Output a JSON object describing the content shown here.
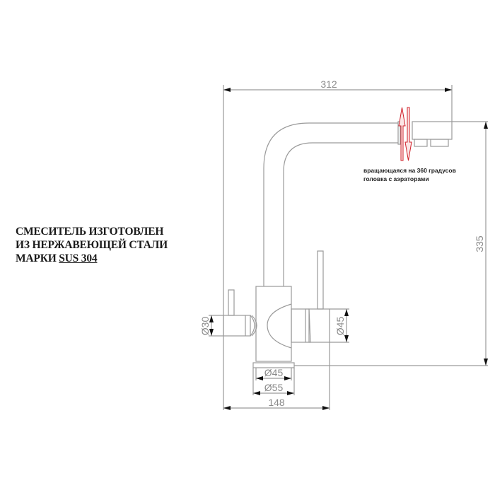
{
  "note": {
    "line1": "СМЕСИТЕЛЬ ИЗГОТОВЛЕН",
    "line2": "ИЗ НЕРЖАВЕЮЩЕЙ СТАЛИ",
    "line3_prefix": "МАРКИ ",
    "line3_underlined": "SUS 304"
  },
  "annotation": {
    "line1": "вращающаяся на 360 градусов",
    "line2": "головка с аэраторами"
  },
  "dimensions": {
    "overall_width": "312",
    "overall_height": "335",
    "left_handle_diameter": "Ø30",
    "right_handle_diameter": "Ø45",
    "body_diameter": "Ø45",
    "base_diameter": "Ø55",
    "base_span": "148"
  },
  "colors": {
    "line": "#9a9a9a",
    "arrow": "#111111",
    "rotation_arrow": "#d0202a"
  }
}
